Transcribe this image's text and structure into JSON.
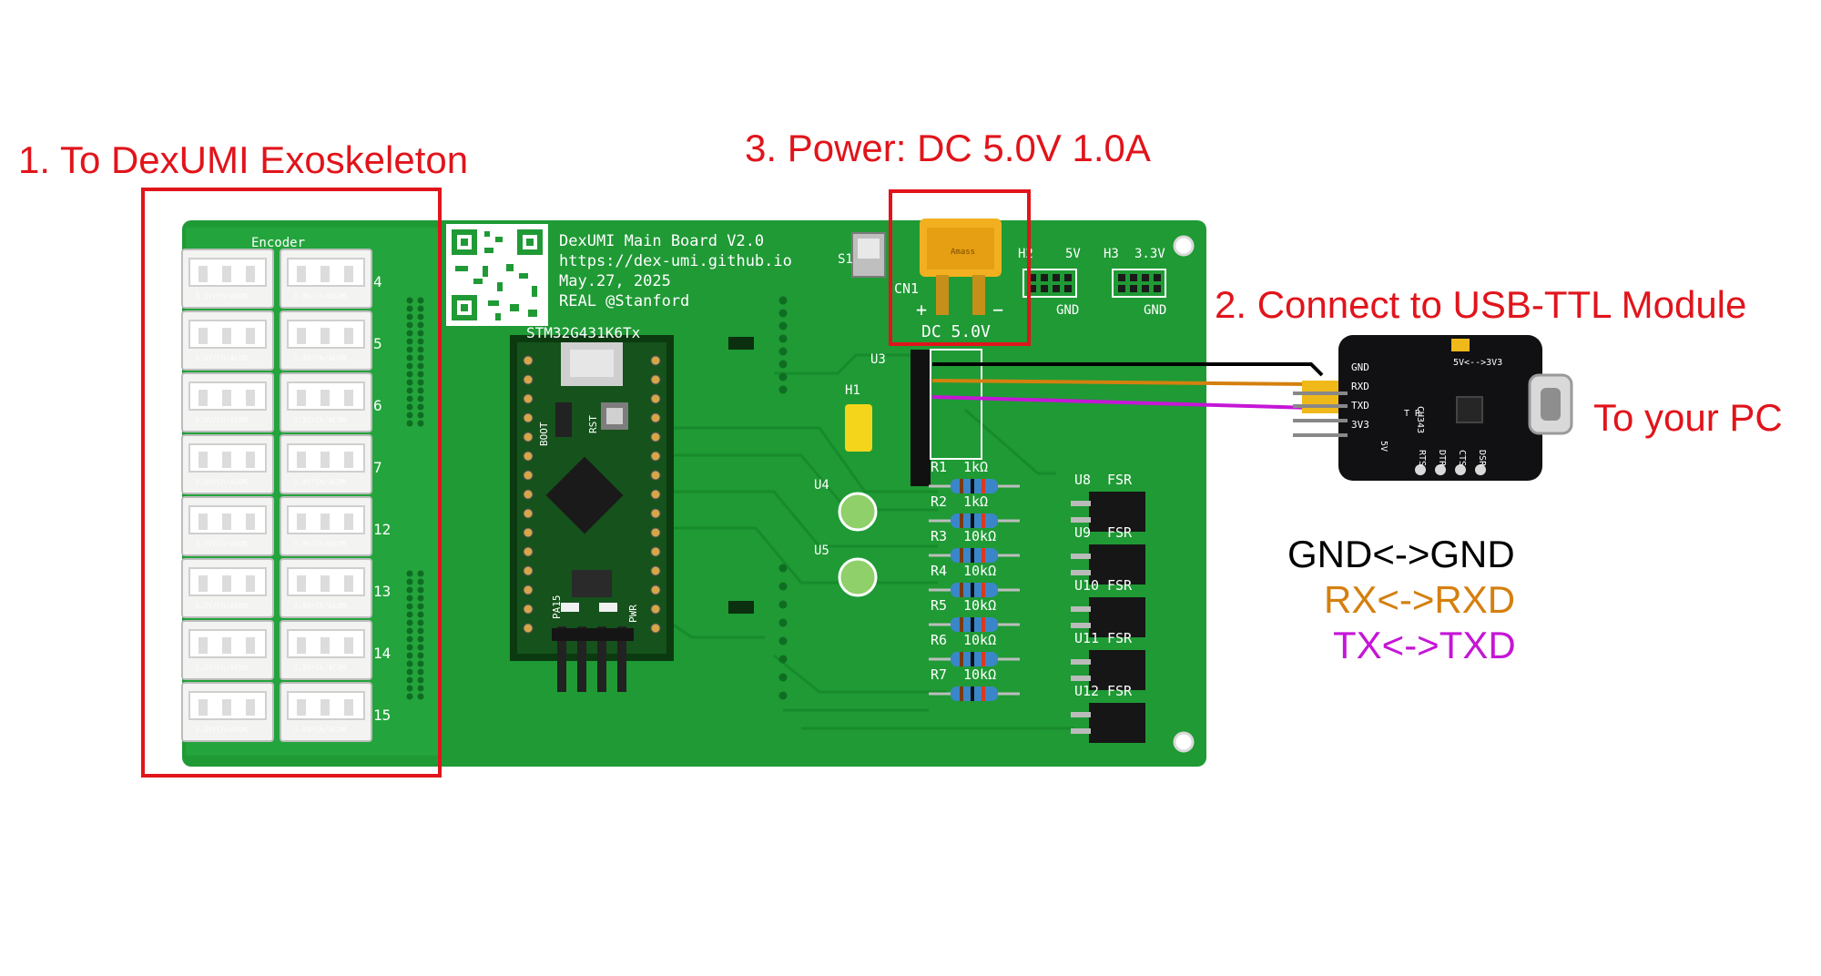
{
  "callouts": {
    "exoskeleton": "1. To DexUMI Exoskeleton",
    "usb_ttl": "2. Connect to USB-TTL Module",
    "power": "3. Power: DC 5.0V 1.0A",
    "pc": "To your PC"
  },
  "pin_map": [
    {
      "text": "GND<->GND",
      "color": "#000000"
    },
    {
      "text": "RX<->RXD",
      "color": "#d4800f"
    },
    {
      "text": "TX<->TXD",
      "color": "#c516d6"
    }
  ],
  "colors": {
    "annotation_red": "#e1141b",
    "pcb_green": "#1f9a35",
    "wire_gnd": "#000000",
    "wire_rx": "#d4800f",
    "wire_tx": "#c516d6"
  },
  "board": {
    "title_lines": [
      "DexUMI Main Board V2.0",
      "https://dex-umi.github.io",
      "May.27, 2025",
      "REAL @Stanford"
    ],
    "mcu_label": "STM32G431K6Tx",
    "encoder_label": "Encoder",
    "port_numbers": [
      "4",
      "5",
      "6",
      "7",
      "12",
      "13",
      "14",
      "15"
    ],
    "connector_label": "3.3V/Ch/ACOM",
    "cn1_label": "CN1",
    "dc_label": "DC 5.0V",
    "plus": "+",
    "minus": "−",
    "header_h1": "H1",
    "header_h2": "H2",
    "header_h3": "H3",
    "h2_voltage": "5V",
    "h3_voltage": "3.3V",
    "gnd": "GND",
    "u3": "U3",
    "u4": "U4",
    "u5": "U5",
    "s1": "S1",
    "boot": "BOOT",
    "rst": "RST",
    "pwr": "PWR",
    "pa15": "PA15",
    "resistors": [
      {
        "ref": "R1",
        "value": "1kΩ"
      },
      {
        "ref": "R2",
        "value": "1kΩ"
      },
      {
        "ref": "R3",
        "value": "10kΩ"
      },
      {
        "ref": "R4",
        "value": "10kΩ"
      },
      {
        "ref": "R5",
        "value": "10kΩ"
      },
      {
        "ref": "R6",
        "value": "10kΩ"
      },
      {
        "ref": "R7",
        "value": "10kΩ"
      }
    ],
    "fsr_refs": [
      "U8",
      "U9",
      "U10",
      "U11",
      "U12"
    ],
    "fsr_label": "FSR",
    "xt60_brand": "Amass"
  },
  "usb_module": {
    "left_pins": [
      "GND",
      "RXD",
      "TXD",
      "3V3"
    ],
    "top_label": "5V<-->3V3",
    "chip": "CH343",
    "bottom_pins": [
      "RTS",
      "DTR",
      "CTS",
      "DSR"
    ],
    "side_5v": "5V",
    "t_label": "T",
    "r_label": "R"
  }
}
